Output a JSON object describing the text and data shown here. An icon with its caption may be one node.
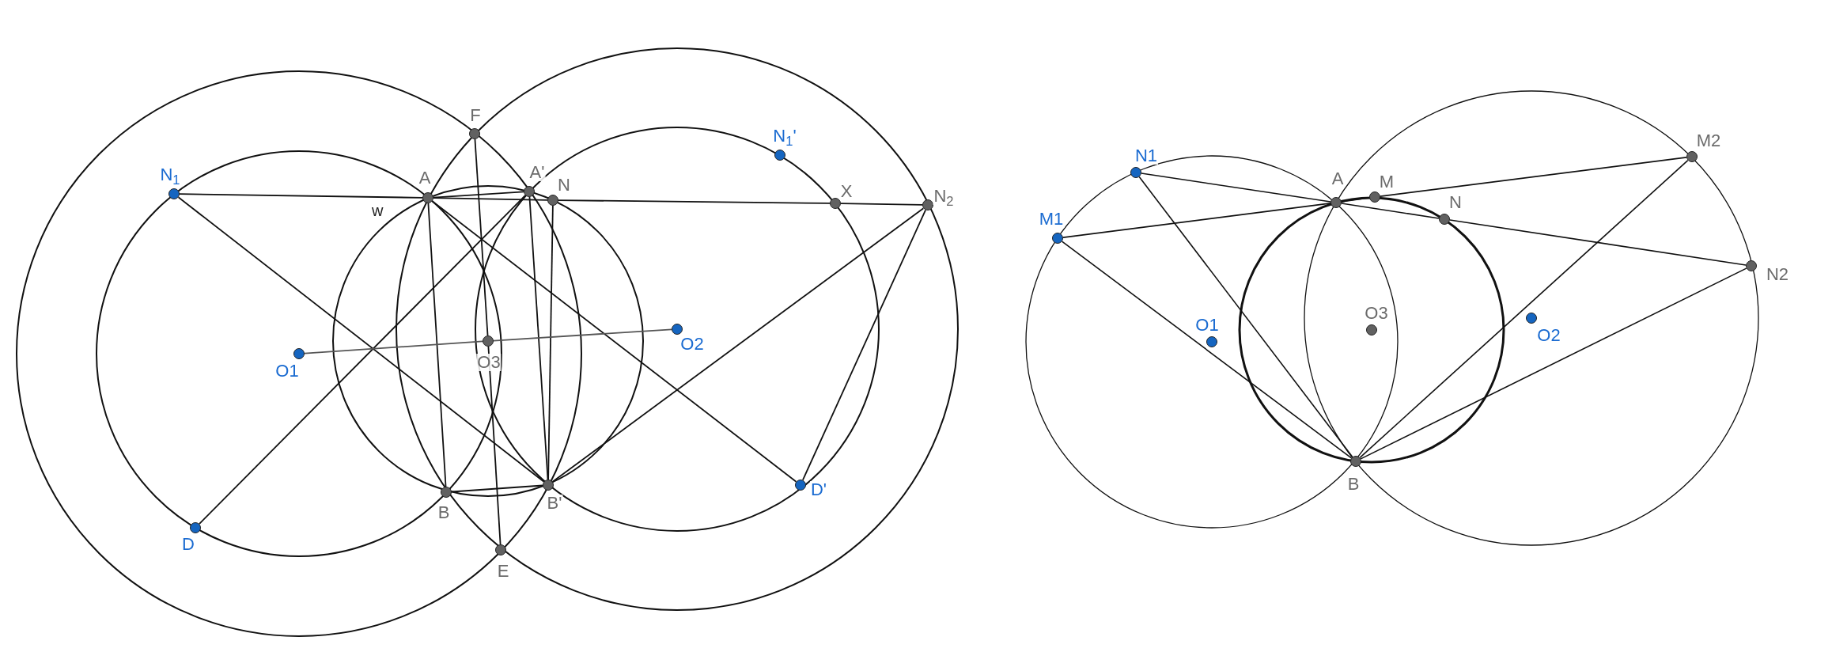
{
  "diagram": {
    "nodes": [
      {
        "text": [
          "F"
        ]
      },
      {
        "text": [
          "N$_{1}$'"
        ]
      },
      {
        "text": [
          "N$_{1}$"
        ]
      },
      {
        "text": [
          "A"
        ]
      },
      {
        "text": [
          "A'"
        ]
      },
      {
        "text": [
          "N"
        ]
      },
      {
        "text": [
          "X"
        ]
      },
      {
        "text": [
          "N$_{2}$"
        ]
      },
      {
        "text": [
          "O1"
        ]
      },
      {
        "text": [
          "O3"
        ]
      },
      {
        "text": [
          "O2"
        ]
      },
      {
        "text": [
          "B"
        ]
      },
      {
        "text": [
          "B'"
        ]
      },
      {
        "text": [
          "D"
        ]
      },
      {
        "text": [
          "D'"
        ]
      },
      {
        "text": [
          "E"
        ]
      },
      {
        "text": [
          "N1"
        ]
      },
      {
        "text": [
          "M2"
        ]
      },
      {
        "text": [
          "A"
        ]
      },
      {
        "text": [
          "M"
        ]
      },
      {
        "text": [
          "M1"
        ]
      },
      {
        "text": [
          "N"
        ]
      },
      {
        "text": [
          "N2"
        ]
      },
      {
        "text": [
          "O3"
        ]
      },
      {
        "text": [
          "O1"
        ]
      },
      {
        "text": [
          "O2"
        ]
      },
      {
        "text": [
          "B"
        ]
      }
    ],
    "edges": [
      {
        "from": 2,
        "to": 3,
        "arrow": "none"
      },
      {
        "from": 3,
        "to": 5,
        "arrow": "none"
      },
      {
        "from": 5,
        "to": 6,
        "arrow": "none"
      },
      {
        "from": 6,
        "to": 7,
        "arrow": "none"
      },
      {
        "from": 3,
        "to": 4,
        "arrow": "none"
      },
      {
        "from": 2,
        "to": 12,
        "arrow": "none"
      },
      {
        "from": 3,
        "to": 14,
        "arrow": "none"
      },
      {
        "from": 13,
        "to": 4,
        "arrow": "none"
      },
      {
        "from": 12,
        "to": 7,
        "arrow": "none"
      },
      {
        "from": 7,
        "to": 14,
        "arrow": "none"
      },
      {
        "from": 3,
        "to": 11,
        "arrow": "none"
      },
      {
        "from": 4,
        "to": 12,
        "arrow": "none"
      },
      {
        "from": 5,
        "to": 12,
        "arrow": "none"
      },
      {
        "from": 0,
        "to": 9,
        "arrow": "none"
      },
      {
        "from": 9,
        "to": 15,
        "arrow": "none"
      },
      {
        "from": 11,
        "to": 12,
        "arrow": "none"
      },
      {
        "from": 8,
        "to": 9,
        "arrow": "none",
        "color": "#555555"
      },
      {
        "from": 9,
        "to": 10,
        "arrow": "none",
        "color": "#555555"
      },
      {
        "from": 16,
        "to": 18,
        "arrow": "none"
      },
      {
        "from": 18,
        "to": 21,
        "arrow": "none"
      },
      {
        "from": 21,
        "to": 22,
        "arrow": "none"
      },
      {
        "from": 20,
        "to": 18,
        "arrow": "none"
      },
      {
        "from": 18,
        "to": 19,
        "arrow": "none"
      },
      {
        "from": 19,
        "to": 17,
        "arrow": "none"
      },
      {
        "from": 16,
        "to": 26,
        "arrow": "none"
      },
      {
        "from": 20,
        "to": 26,
        "arrow": "none"
      },
      {
        "from": 17,
        "to": 26,
        "arrow": "none"
      },
      {
        "from": 22,
        "to": 26,
        "arrow": "none"
      }
    ],
    "labels": [
      "w"
    ]
  }
}
